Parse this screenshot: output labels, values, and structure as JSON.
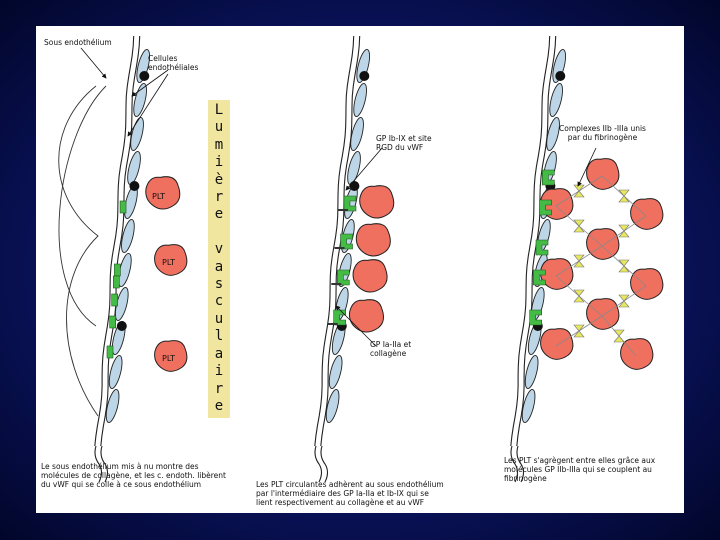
{
  "panel1": {
    "label_sous_endothelium": "Sous endothélium",
    "label_cellules": "Cellules\nendothéliales",
    "plt_labels": [
      "PLT",
      "PLT",
      "PLT"
    ],
    "caption": "Le sous endothélium mis à nu montre des\nmolécules de collagène, et les c. endoth. libèrent\ndu vWF qui se colle à ce sous endothélium"
  },
  "lumiere_text": "L\nu\nm\ni\nè\nr\ne\n \nv\na\ns\nc\nu\nl\na\ni\nr\ne",
  "panel2": {
    "label_gp_ib": "GP Ib-IX et site\nRGD du vWF",
    "label_gp_ia": "GP Ia-IIa et\ncollagène",
    "caption": "Les PLT circulantes adhèrent au  sous endothélium\npar l'intermédiaire des GP Ia-IIa et Ib-IX qui se\nlient respectivement au collagène et au vWF"
  },
  "panel3": {
    "label_complexes": "Complexes IIb -IIIa unis\npar du fibrinogène",
    "caption": "Les PLT s'agrègent entre elles grâce aux\nmolécules GP IIb-IIIa qui se couplent au\nfibrinogène"
  },
  "colors": {
    "platelet": "#f07060",
    "cell": "#bcd6e8",
    "collagen": "#44bb44",
    "fibrinogen": "#e8e860",
    "lumiere_bg": "#f0e6a0",
    "background": "#0a1460"
  }
}
